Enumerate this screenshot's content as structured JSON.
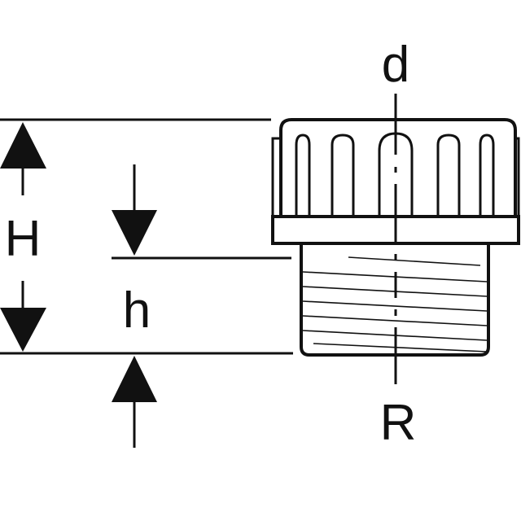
{
  "labels": {
    "total_height": "H",
    "thread_height": "h",
    "diameter": "d",
    "thread": "R"
  },
  "colors": {
    "line": "#111111",
    "background": "#ffffff"
  }
}
